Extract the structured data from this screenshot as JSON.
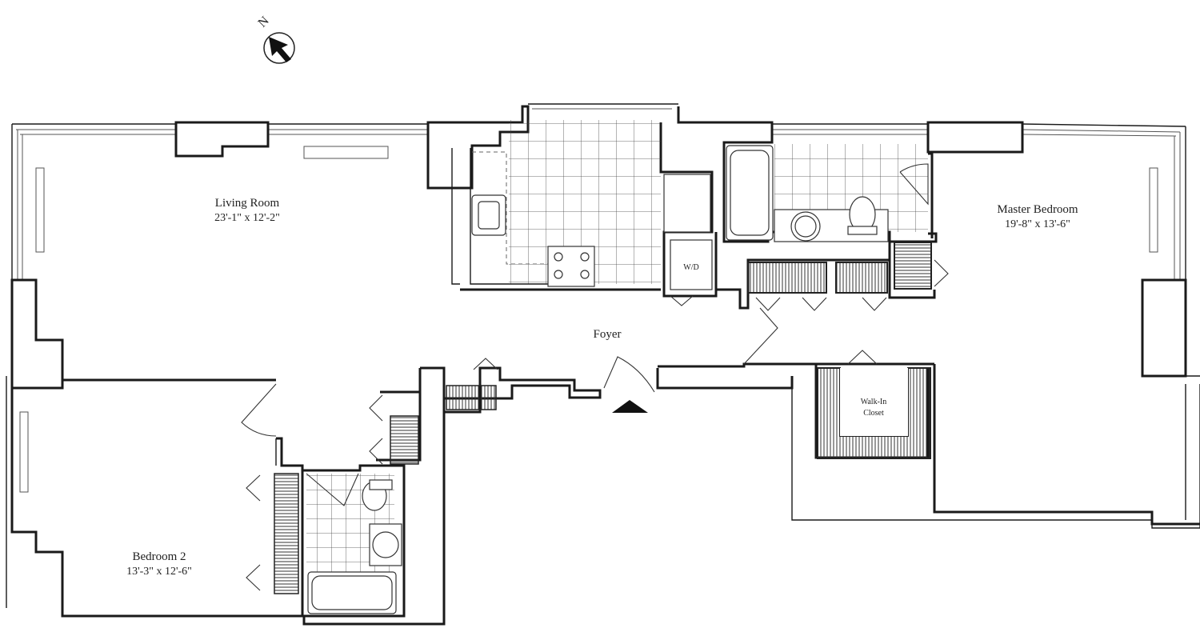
{
  "compass": {
    "letter": "N"
  },
  "rooms": {
    "living_room": {
      "name": "Living Room",
      "dims": "23'-1\" x 12'-2\""
    },
    "master_bedroom": {
      "name": "Master Bedroom",
      "dims": "19'-8\" x 13'-6\""
    },
    "bedroom_2": {
      "name": "Bedroom 2",
      "dims": "13'-3\" x 12'-6\""
    },
    "foyer": {
      "name": "Foyer"
    },
    "washer_dryer": {
      "name": "W/D"
    },
    "walk_in_closet": {
      "line1": "Walk-In",
      "line2": "Closet"
    }
  },
  "colors": {
    "walls": "#1a1a1a",
    "background": "#ffffff",
    "fixtures": "#333333"
  }
}
